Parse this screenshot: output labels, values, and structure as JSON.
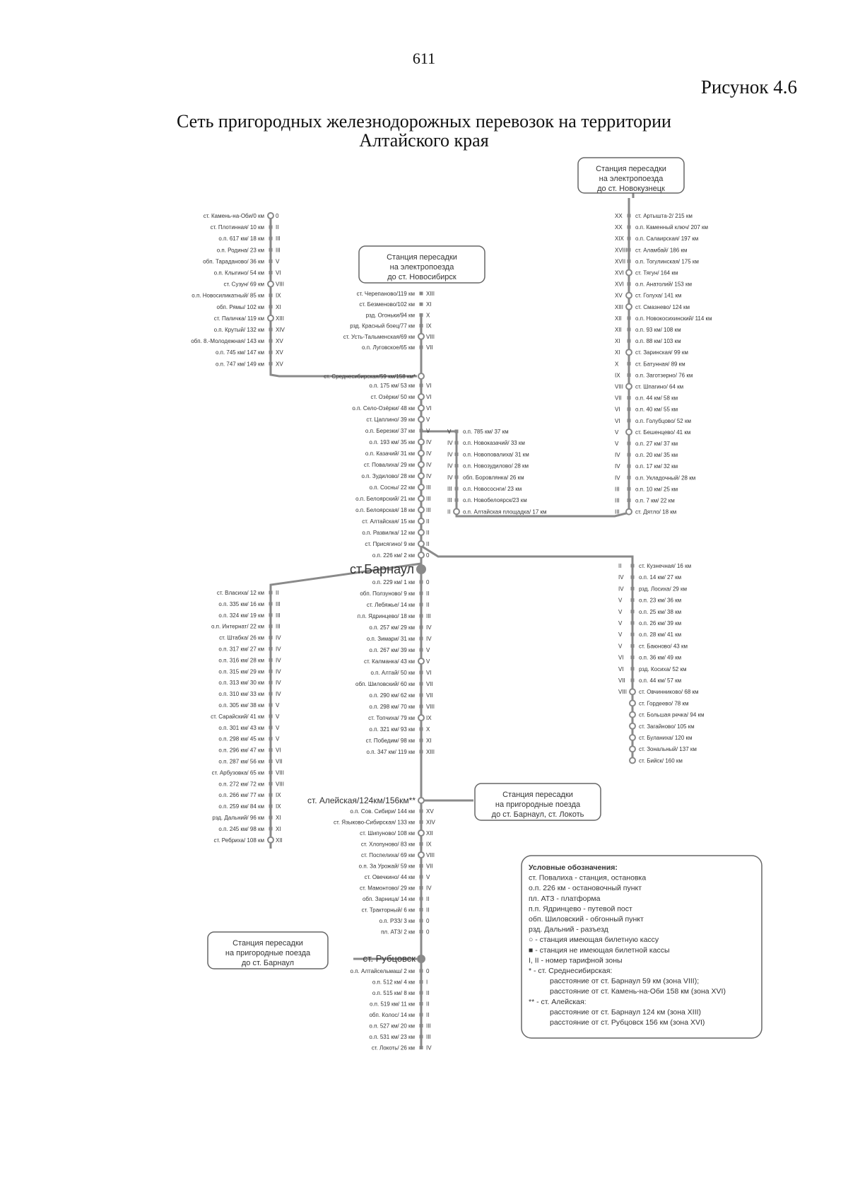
{
  "page_number": "611",
  "figure_label": "Рисунок 4.6",
  "title_line1": "Сеть пригородных железнодорожных перевозок на территории",
  "title_line2": "Алтайского края",
  "boxes": {
    "novokuznetsk": [
      "Станция пересадки",
      "на электропоезда",
      "до ст. Новокузнецк"
    ],
    "novosibirsk": [
      "Станция пересадки",
      "на электропоезда",
      "до ст. Новосибирск"
    ],
    "lokot": [
      "Станция пересадки",
      "на пригородные поезда",
      "до ст. Барнаул, ст. Локоть"
    ],
    "barnaul": [
      "Станция пересадки",
      "на пригородные поезда",
      "до ст. Барнаул"
    ]
  },
  "legend": [
    "Условные обозначения:",
    "ст. Повалиха - станция, остановка",
    "о.п. 226 км - остановочный пункт",
    "пл. АТЗ - платформа",
    "п.п. Ядринцево - путевой пост",
    "обп. Шиловский - обгонный пункт",
    "рзд. Дальний - разъезд",
    "○ - станция имеющая билетную кассу",
    "■ - станция не имеющая билетной кассы",
    "I, II - номер тарифной зоны",
    "* - ст. Среднесибирская:",
    "расстояние от ст. Барнаул 59 км (зона VIII);",
    "расстояние от ст. Камень-на-Оби 158 км (зона XVI)",
    "** - ст. Алейская:",
    "расстояние от ст. Барнаул 124 км (зона XIII)",
    "расстояние от ст. Рубцовск 156 км (зона XVI)"
  ],
  "hubs": {
    "barnaul": "ст.Барнаул",
    "rubtsovsk": "ст. Рубцовск",
    "aleyskaya": "ст. Алейская/124км/156км**",
    "srednesibirskaya": "ст. Среднесибирская/59 км/158 км*"
  },
  "lines": {
    "kamen": [
      [
        "ст. Камень-на-Оби/0 км",
        "0",
        true
      ],
      [
        "ст. Плотинная/ 10 км",
        "II",
        false
      ],
      [
        "о.п. 617 км/ 18 км",
        "III",
        false
      ],
      [
        "о.п. Родина/ 23 км",
        "III",
        false
      ],
      [
        "обп. Тараданово/ 36 км",
        "V",
        false
      ],
      [
        "о.п. Клыгино/ 54 км",
        "VI",
        false
      ],
      [
        "ст. Сузун/ 69 км",
        "VIII",
        true
      ],
      [
        "о.п. Новосиликатный/ 85 км",
        "IX",
        false
      ],
      [
        "обп. Рямы/ 102 км",
        "XI",
        false
      ],
      [
        "ст. Паличка/ 119 км",
        "XIII",
        true
      ],
      [
        "о.п. Крутый/ 132 км",
        "XIV",
        false
      ],
      [
        "обп. 8.-Молодежная/ 143 км",
        "XV",
        false
      ],
      [
        "о.п. 745 км/ 147 км",
        "XV",
        false
      ],
      [
        "о.п. 747 км/ 149 км",
        "XV",
        false
      ]
    ],
    "cherepanovo": [
      [
        "ст. Черепаново/119 км",
        "XIII",
        false
      ],
      [
        "ст. Безменово/102 км",
        "XI",
        false
      ],
      [
        "рзд. Огоньки/94 км",
        "X",
        false
      ],
      [
        "рзд. Красный боец/77 км",
        "IX",
        false
      ],
      [
        "ст. Усть-Тальменская/69 км",
        "VIII",
        true
      ],
      [
        "о.п. Луговское/65 км",
        "VII",
        false
      ]
    ],
    "trunk_north": [
      [
        "о.п. 175 км/ 53 км",
        "VI",
        false
      ],
      [
        "ст. Озёрки/ 50 км",
        "VI",
        true
      ],
      [
        "о.п. Село-Озёрки/ 48 км",
        "VI",
        true
      ],
      [
        "ст. Цаплино/ 39 км",
        "V",
        true
      ],
      [
        "о.п. Березки/ 37 км",
        "V",
        false
      ],
      [
        "о.п. 193 км/ 35 км",
        "IV",
        true
      ],
      [
        "о.п. Казачий/ 31 км",
        "IV",
        true
      ],
      [
        "ст. Повалиха/ 29 км",
        "IV",
        true
      ],
      [
        "о.п. Зудилово/ 28 км",
        "IV",
        true
      ],
      [
        "о.п. Сосны/ 22 км",
        "III",
        true
      ],
      [
        "о.п. Белоярский/ 21 км",
        "III",
        true
      ],
      [
        "о.п. Белоярская/ 18 км",
        "III",
        true
      ],
      [
        "ст. Алтайская/ 15 км",
        "II",
        true
      ],
      [
        "о.п. Развилка/ 12 км",
        "II",
        true
      ],
      [
        "ст. Присягино/ 9 км",
        "II",
        true
      ],
      [
        "о.п. 226 км/ 2 км",
        "0",
        true
      ]
    ],
    "artyshta": [
      [
        "ст. Артышта-2/ 215 км",
        "XX",
        false
      ],
      [
        "о.п. Каменный ключ/ 207 км",
        "XX",
        false
      ],
      [
        "о.п. Салаирская/ 197 км",
        "XIX",
        false
      ],
      [
        "ст. Аламбай/ 186 км",
        "XVIII",
        false
      ],
      [
        "о.п. Тогулинская/ 175 км",
        "XVII",
        false
      ],
      [
        "ст. Тягун/ 164 км",
        "XVI",
        true
      ],
      [
        "о.п. Анатолий/ 153 км",
        "XVI",
        false
      ],
      [
        "ст. Голуха/ 141 км",
        "XV",
        true
      ],
      [
        "ст. Смазнево/ 124 км",
        "XIII",
        true
      ],
      [
        "о.п. Новокосихинский/ 114 км",
        "XII",
        false
      ],
      [
        "о.п. 93 км/ 108 км",
        "XII",
        false
      ],
      [
        "о.п. 88 км/ 103 км",
        "XI",
        false
      ],
      [
        "ст. Заринская/ 99 км",
        "XI",
        true
      ],
      [
        "ст. Батунная/ 89 км",
        "X",
        false
      ],
      [
        "о.п. Заготзерно/ 76 км",
        "IX",
        false
      ],
      [
        "ст. Шпагино/ 64 км",
        "VIII",
        true
      ],
      [
        "о.п. 44 км/ 58 км",
        "VII",
        false
      ],
      [
        "о.п. 40 км/ 55 км",
        "VI",
        false
      ],
      [
        "о.п. Голубцово/ 52 км",
        "VI",
        false
      ],
      [
        "ст. Бешенцево/ 41 км",
        "V",
        true
      ],
      [
        "о.п. 27 км/ 37 км",
        "V",
        false
      ],
      [
        "о.п. 20 км/ 35 км",
        "IV",
        false
      ],
      [
        "о.п. 17 км/ 32 км",
        "IV",
        false
      ],
      [
        "о.п. Укладочный/ 28 км",
        "IV",
        false
      ],
      [
        "о.п. 10 км/ 25 км",
        "III",
        false
      ],
      [
        "о.п. 7 км/ 22 км",
        "III",
        false
      ],
      [
        "ст. Дятло/ 18 км",
        "III",
        true
      ]
    ],
    "ploshchadka": [
      [
        "о.п. 785 км/ 37 км",
        "V",
        false
      ],
      [
        "о.п. Новоказачий/ 33 км",
        "IV",
        false
      ],
      [
        "о.п. Новоповалиха/ 31 км",
        "IV",
        false
      ],
      [
        "о.п. Новозудилово/ 28 км",
        "IV",
        false
      ],
      [
        "обп. Боровлянка/ 26 км",
        "IV",
        false
      ],
      [
        "о.п. Новососнги/ 23 км",
        "III",
        false
      ],
      [
        "о.п. Новобелоярск/23 км",
        "III",
        false
      ],
      [
        "о.п. Алтайская площадка/ 17 км",
        "II",
        true
      ]
    ],
    "biysk": [
      [
        "ст. Кузнечная/ 16 км",
        "II",
        false
      ],
      [
        "о.п. 14 км/ 27 км",
        "IV",
        false
      ],
      [
        "рзд. Лосиха/ 29 км",
        "IV",
        false
      ],
      [
        "о.п. 23 км/ 36 км",
        "V",
        false
      ],
      [
        "о.п. 25 км/ 38 км",
        "V",
        false
      ],
      [
        "о.п. 26 км/ 39 км",
        "V",
        false
      ],
      [
        "о.п. 28 км/ 41 км",
        "V",
        false
      ],
      [
        "ст. Баюново/ 43 км",
        "V",
        false
      ],
      [
        "о.п. 36 км/ 49 км",
        "VI",
        false
      ],
      [
        "рзд. Косиха/ 52 км",
        "VI",
        false
      ],
      [
        "о.п. 44 км/ 57 км",
        "VII",
        false
      ],
      [
        "ст. Овчинниково/ 68 км",
        "VIII",
        true
      ],
      [
        "ст. Гордеево/ 78 км",
        "",
        true
      ],
      [
        "ст. Большая речка/ 94 км",
        "",
        true
      ],
      [
        "ст. Загайново/ 105 км",
        "",
        true
      ],
      [
        "ст. Буланиха/ 120 км",
        "",
        true
      ],
      [
        "ст. Зональный/ 137 км",
        "",
        true
      ],
      [
        "ст. Бийск/ 160 км",
        "",
        true
      ]
    ],
    "rebrikha": [
      [
        "ст. Власиха/ 12 км",
        "II",
        false
      ],
      [
        "о.п. 335 км/ 16 км",
        "III",
        false
      ],
      [
        "о.п. 324 км/ 19 км",
        "III",
        false
      ],
      [
        "о.п. Интернат/ 22 км",
        "III",
        false
      ],
      [
        "ст. Штабка/ 26 км",
        "IV",
        false
      ],
      [
        "о.п. 317 км/ 27 км",
        "IV",
        false
      ],
      [
        "о.п. 316 км/ 28 км",
        "IV",
        false
      ],
      [
        "о.п. 315 км/ 29 км",
        "IV",
        false
      ],
      [
        "о.п. 313 км/ 30 км",
        "IV",
        false
      ],
      [
        "о.п. 310 км/ 33 км",
        "IV",
        false
      ],
      [
        "о.п. 305 км/ 38 км",
        "V",
        false
      ],
      [
        "ст. Сарайский/ 41 км",
        "V",
        false
      ],
      [
        "о.п. 301 км/ 43 км",
        "V",
        false
      ],
      [
        "о.п. 298 км/ 45 км",
        "V",
        false
      ],
      [
        "о.п. 296 км/ 47 км",
        "VI",
        false
      ],
      [
        "о.п. 287 км/ 56 км",
        "VII",
        false
      ],
      [
        "ст. Арбузовка/ 65 км",
        "VIII",
        false
      ],
      [
        "о.п. 272 км/ 72 км",
        "VIII",
        false
      ],
      [
        "о.п. 266 км/ 77 км",
        "IX",
        false
      ],
      [
        "о.п. 259 км/ 84 км",
        "IX",
        false
      ],
      [
        "рзд. Дальний/ 96 км",
        "XI",
        false
      ],
      [
        "о.п. 245 км/ 98 км",
        "XI",
        false
      ],
      [
        "ст. Ребриха/ 108 км",
        "XII",
        true
      ]
    ],
    "aleysk": [
      [
        "о.п. 229 км/ 1 км",
        "0",
        false
      ],
      [
        "обп. Ползуново/ 9 км",
        "II",
        false
      ],
      [
        "ст. Лебяжье/ 14 км",
        "II",
        false
      ],
      [
        "п.п. Ядринцево/ 18 км",
        "III",
        false
      ],
      [
        "о.п. 257 км/ 29 км",
        "IV",
        false
      ],
      [
        "о.п. Зимари/ 31 км",
        "IV",
        false
      ],
      [
        "о.п. 267 км/ 39 км",
        "V",
        false
      ],
      [
        "ст. Калманка/ 43 км",
        "V",
        true
      ],
      [
        "о.п. Алтай/ 50 км",
        "VI",
        false
      ],
      [
        "обп. Шиловский/ 60 км",
        "VII",
        false
      ],
      [
        "о.п. 290 км/ 62 км",
        "VII",
        false
      ],
      [
        "о.п. 298 км/ 70 км",
        "VIII",
        false
      ],
      [
        "ст. Топчиха/ 79 км",
        "IX",
        true
      ],
      [
        "о.п. 321 км/ 93 км",
        "X",
        false
      ],
      [
        "ст. Победим/ 98 км",
        "XI",
        false
      ],
      [
        "о.п. 347 км/ 119 км",
        "XIII",
        false
      ]
    ],
    "rubtsovsk_north": [
      [
        "о.п. Сов. Сибири/ 144 км",
        "XV",
        false
      ],
      [
        "ст. Языково-Сибирская/ 133 км",
        "XIV",
        false
      ],
      [
        "ст. Шипуново/ 108 км",
        "XII",
        true
      ],
      [
        "ст. Хлопуново/ 83 км",
        "IX",
        false
      ],
      [
        "ст. Поспелиха/ 69 км",
        "VIII",
        true
      ],
      [
        "о.п. За Урожай/ 59 км",
        "VII",
        false
      ],
      [
        "ст. Овечкино/ 44 км",
        "V",
        false
      ],
      [
        "ст. Мамонтово/ 29 км",
        "IV",
        false
      ],
      [
        "обп. Зарница/ 14 км",
        "II",
        false
      ],
      [
        "ст. Тракторный/ 6 км",
        "II",
        false
      ],
      [
        "о.п. РЗЗ/ 3 км",
        "0",
        false
      ],
      [
        "пл. АТЗ/ 2 км",
        "0",
        false
      ]
    ],
    "lokot": [
      [
        "о.п. Алтайсельмаш/ 2 км",
        "0",
        false
      ],
      [
        "о.п. 512 км/ 4 км",
        "I",
        false
      ],
      [
        "о.п. 515 км/ 8 км",
        "II",
        false
      ],
      [
        "о.п. 519 км/ 11 км",
        "II",
        false
      ],
      [
        "обп. Колос/ 14 км",
        "II",
        false
      ],
      [
        "о.п. 527 км/ 20 км",
        "III",
        false
      ],
      [
        "о.п. 531 км/ 23 км",
        "III",
        false
      ],
      [
        "ст. Локоть/ 26 км",
        "IV",
        false
      ]
    ]
  },
  "colors": {
    "line": "#8a8a8a",
    "text": "#333333",
    "box": "#666666"
  }
}
